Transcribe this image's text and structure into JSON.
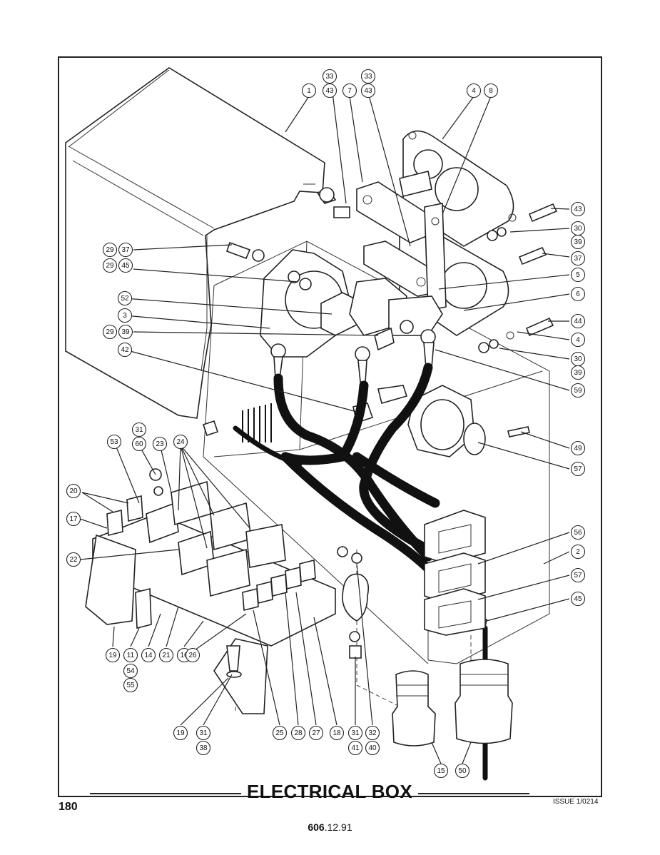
{
  "diagram": {
    "title": "ELECTRICAL BOX",
    "page_number": "180",
    "issue": "ISSUE 1/0214",
    "doc_ref_bold": "606",
    "doc_ref_rest": ".12.91",
    "callouts": [
      "33",
      "43",
      "33",
      "43",
      "1",
      "7",
      "4",
      "8",
      "43",
      "30",
      "39",
      "37",
      "5",
      "6",
      "44",
      "4",
      "30",
      "39",
      "59",
      "49",
      "57",
      "29",
      "37",
      "29",
      "45",
      "52",
      "3",
      "29",
      "39",
      "42",
      "31",
      "60",
      "53",
      "23",
      "24",
      "20",
      "17",
      "22",
      "56",
      "2",
      "57",
      "45",
      "19",
      "11",
      "54",
      "55",
      "14",
      "21",
      "16",
      "26",
      "19",
      "31",
      "38",
      "25",
      "28",
      "27",
      "18",
      "31",
      "41",
      "32",
      "40",
      "15",
      "50"
    ]
  }
}
